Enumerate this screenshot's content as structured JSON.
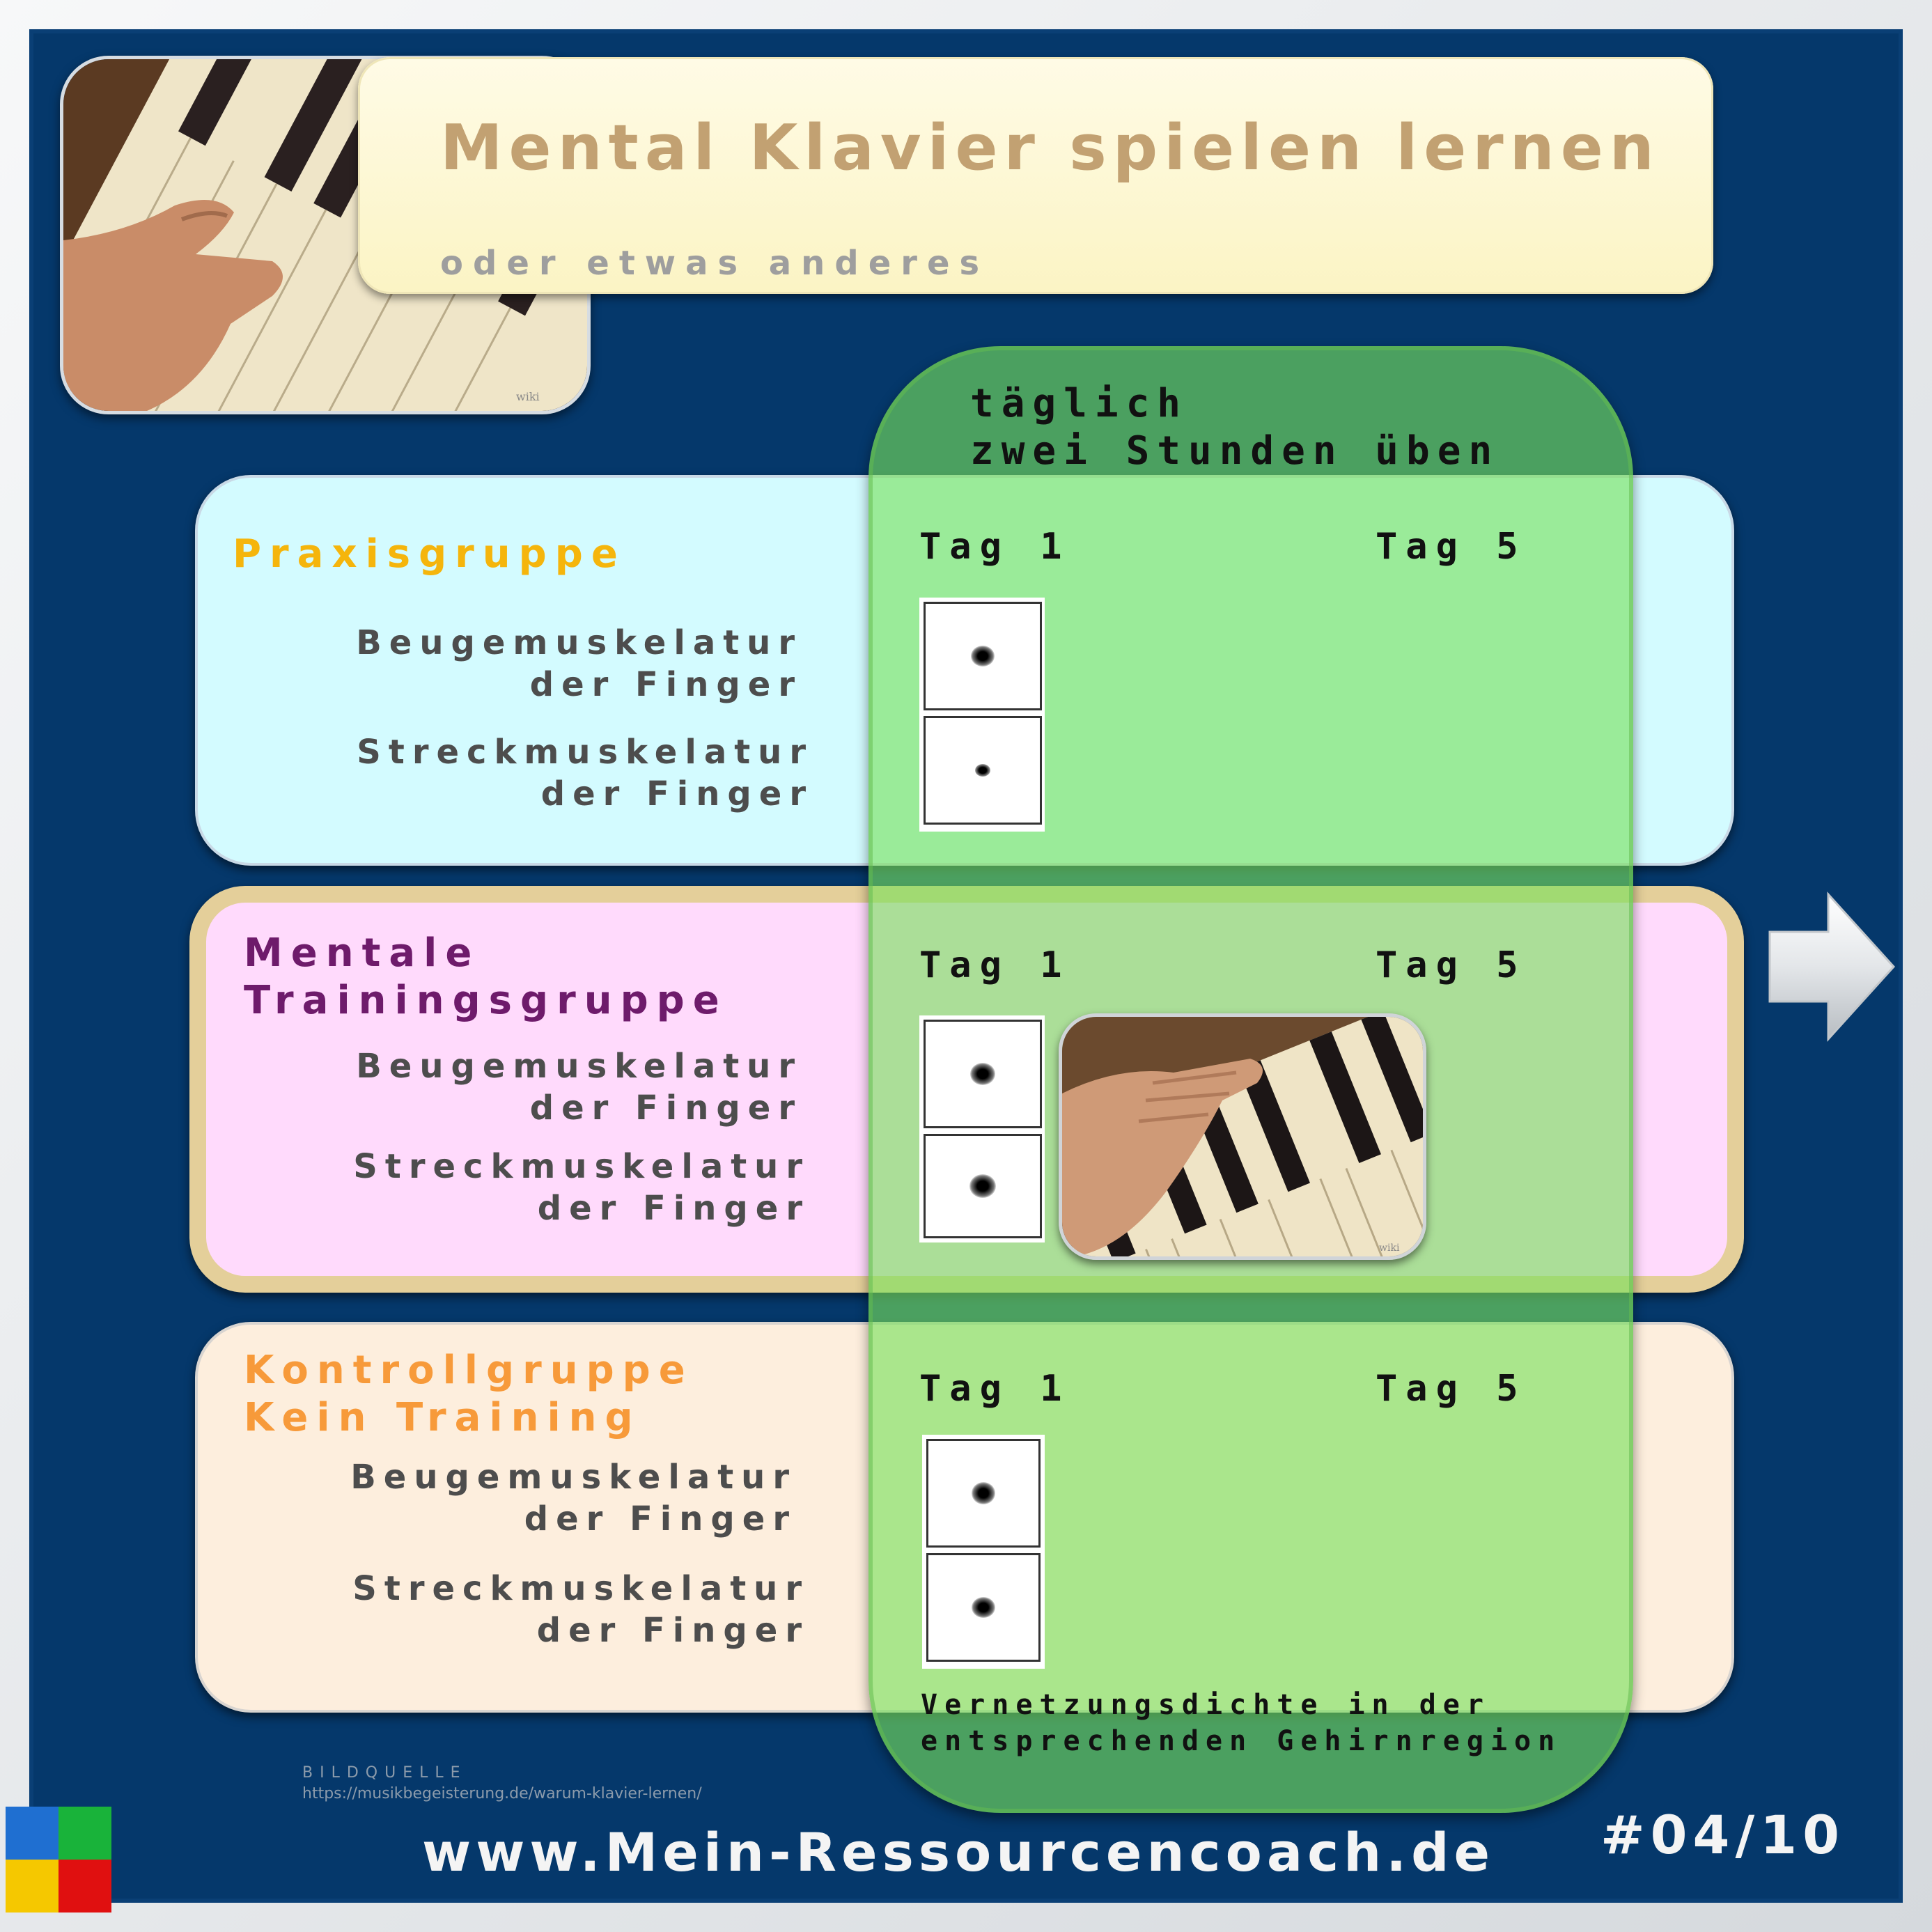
{
  "header": {
    "title": "Mental Klavier spielen lernen",
    "subtitle": "oder etwas anderes"
  },
  "overlay": {
    "line1": "täglich",
    "line2": "zwei Stunden üben",
    "caption_line1": "Vernetzungsdichte in der",
    "caption_line2": "entsprechenden Gehirnregion"
  },
  "groups": [
    {
      "name_line1": "Praxisgruppe",
      "name_line2": "",
      "muscle1_line1": "Beugemuskelatur",
      "muscle1_line2": "der Finger",
      "muscle2_line1": "Streckmuskelatur",
      "muscle2_line2": "der Finger",
      "day_start": "Tag 1",
      "day_end": "Tag 5",
      "color": "#f5b50c"
    },
    {
      "name_line1": "Mentale",
      "name_line2": "Trainingsgruppe",
      "muscle1_line1": "Beugemuskelatur",
      "muscle1_line2": "der Finger",
      "muscle2_line1": "Streckmuskelatur",
      "muscle2_line2": "der Finger",
      "day_start": "Tag 1",
      "day_end": "Tag 5",
      "color": "#6e1b6b"
    },
    {
      "name_line1": "Kontrollgruppe",
      "name_line2": "Kein Training",
      "muscle1_line1": "Beugemuskelatur",
      "muscle1_line2": "der Finger",
      "muscle2_line1": "Streckmuskelatur",
      "muscle2_line2": "der Finger",
      "day_start": "Tag 1",
      "day_end": "Tag 5",
      "color": "#f79a3a"
    }
  ],
  "photo_watermark": "wiki",
  "footer": {
    "credit_label": "BILDQUELLE",
    "credit_url": "https://musikbegeisterung.de/warum-klavier-lernen/",
    "website": "www.Mein-Ressourcencoach.de",
    "page": "#04/10"
  },
  "icons": {
    "next": "arrow-right-icon",
    "logo": "four-square-logo-icon"
  }
}
